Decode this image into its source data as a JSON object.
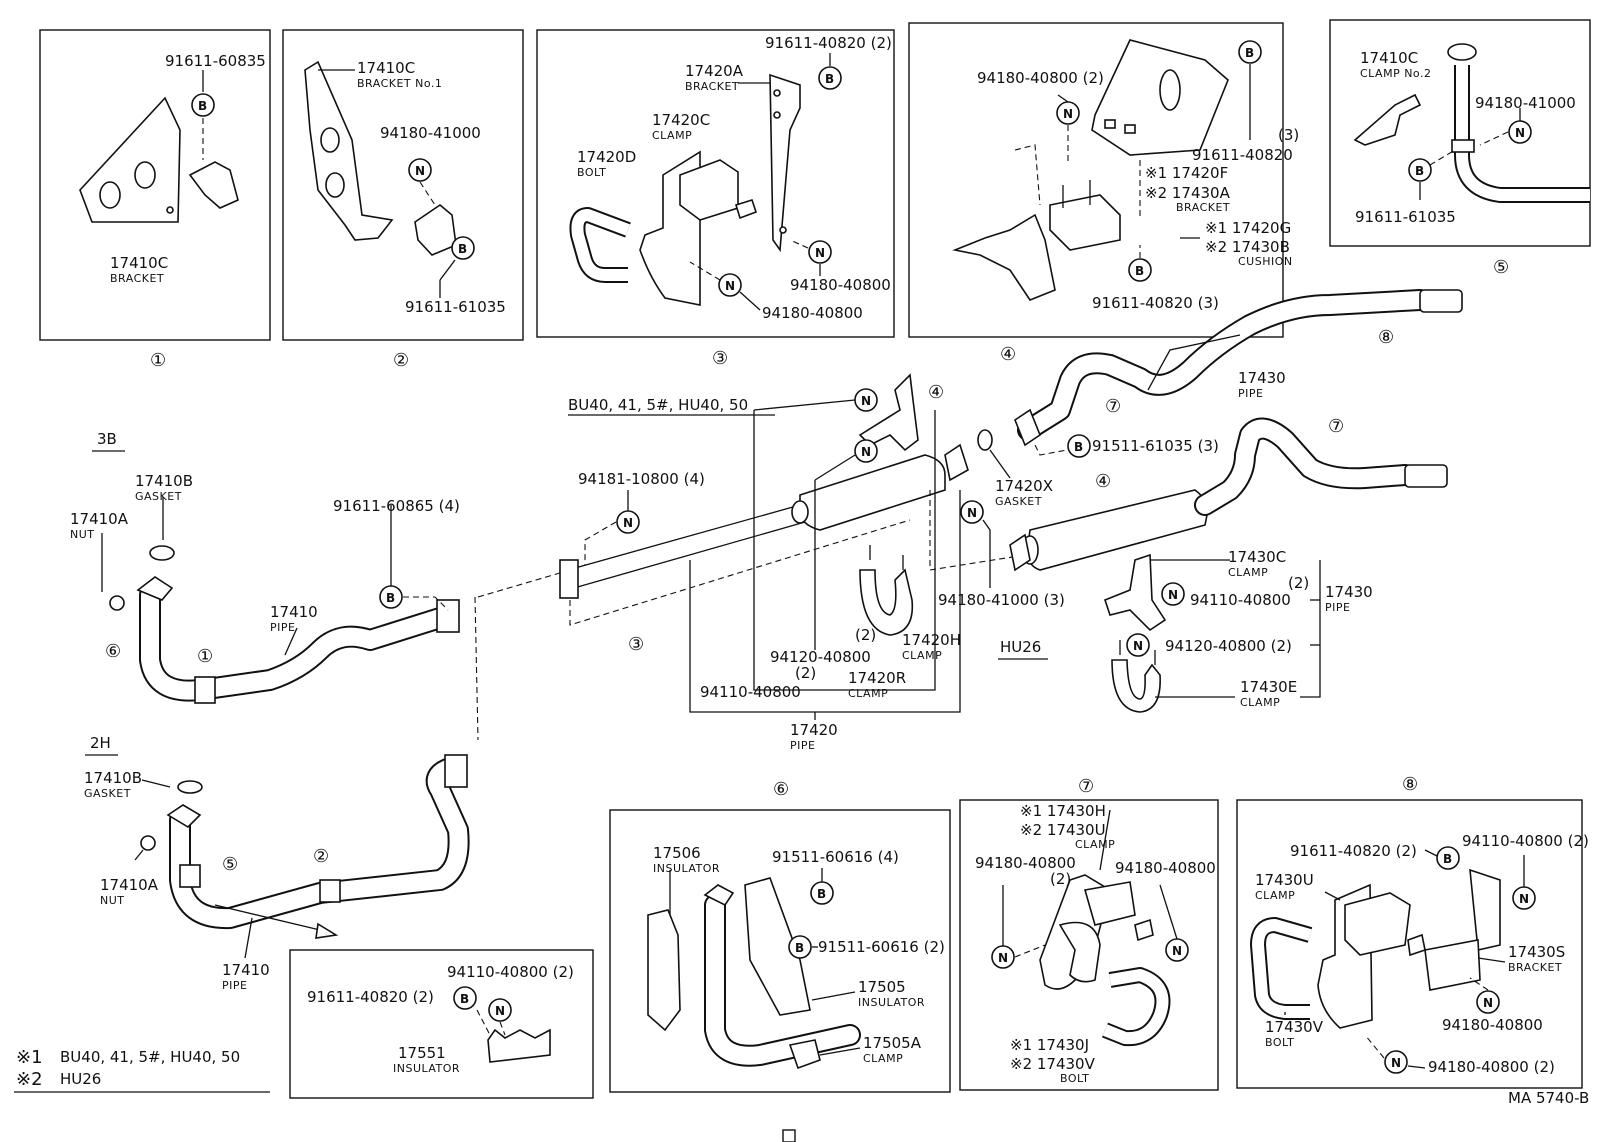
{
  "callouts": {
    "c1": "①",
    "c2": "②",
    "c3": "③",
    "c4": "④",
    "c5": "⑤",
    "c6": "⑥",
    "c7": "⑦",
    "c8": "⑧"
  },
  "markers": {
    "b": "B",
    "n": "N"
  },
  "p1": {
    "part": "91611-60835",
    "bracket": "17410C",
    "bracket_name": "BRACKET"
  },
  "p2": {
    "bracket": "17410C",
    "bracket_name": "BRACKET No.1",
    "nut": "94180-41000",
    "bolt": "91611-61035"
  },
  "p3": {
    "bolt1": "91611-40820 (2)",
    "bracket": "17420A",
    "bracket_name": "BRACKET",
    "clamp": "17420C",
    "clamp_name": "CLAMP",
    "ubolt": "17420D",
    "ubolt_name": "BOLT",
    "nut1": "94180-40800",
    "nut2": "94180-40800"
  },
  "p4": {
    "nut": "94180-40800 (2)",
    "bolt_top": "91611-40820",
    "bolt_top_qty": "(3)",
    "l1": "※1 17420F",
    "l2": "※2 17430A",
    "l2_name": "BRACKET",
    "l3": "※1 17420G",
    "l4": "※2 17430B",
    "l4_name": "CUSHION",
    "bolt_bot": "91611-40820 (3)"
  },
  "p5": {
    "clamp": "17410C",
    "clamp_name": "CLAMP No.2",
    "nut": "94180-41000",
    "bolt": "91611-61035"
  },
  "main": {
    "label_3b": "3B",
    "label_2h": "2H",
    "gasket_a": "17410B",
    "gasket_a_name": "GASKET",
    "nut_a": "17410A",
    "nut_a_name": "NUT",
    "bolt_a": "91611-60865 (4)",
    "pipe_a": "17410",
    "pipe_a_name": "PIPE",
    "gasket_b": "17410B",
    "gasket_b_name": "GASKET",
    "nut_b": "17410A",
    "nut_b_name": "NUT",
    "pipe_b": "17410",
    "pipe_b_name": "PIPE",
    "variant": "BU40, 41, 5#, HU40, 50",
    "nut_c": "94181-10800 (4)",
    "n1": "94120-40800",
    "n1q": "(2)",
    "n2": "94110-40800",
    "clamp_r": "17420R",
    "clamp_r_name": "CLAMP",
    "clamp_r_qty": "(2)",
    "clamp_h": "17420H",
    "clamp_h_name": "CLAMP",
    "pipe_c": "17420",
    "pipe_c_name": "PIPE",
    "gasket_x": "17420X",
    "gasket_x_name": "GASKET",
    "bolt_x": "91511-61035 (3)",
    "tail_pipe": "17430",
    "tail_pipe_name": "PIPE",
    "nut_x": "94180-41000 (3)",
    "hu26": "HU26",
    "clamp_c": "17430C",
    "clamp_c_name": "CLAMP",
    "n3": "94110-40800",
    "n3q": "(2)",
    "pipe_d": "17430",
    "pipe_d_name": "PIPE",
    "n4": "94120-40800 (2)",
    "clamp_e": "17430E",
    "clamp_e_name": "CLAMP"
  },
  "inset5": {
    "bolt": "91611-40820 (2)",
    "nut": "94110-40800 (2)",
    "ins": "17551",
    "ins_name": "INSULATOR"
  },
  "p6": {
    "ins1": "17506",
    "ins1_name": "INSULATOR",
    "bolt1": "91511-60616 (4)",
    "bolt2": "91511-60616 (2)",
    "ins2": "17505",
    "ins2_name": "INSULATOR",
    "clamp": "17505A",
    "clamp_name": "CLAMP"
  },
  "p7": {
    "l1": "※1  17430H",
    "l2": "※2  17430U",
    "l2_name": "CLAMP",
    "nut1": "94180-40800",
    "nut1q": "(2)",
    "nut2": "94180-40800",
    "l3": "※1 17430J",
    "l4": "※2 17430V",
    "l4_name": "BOLT"
  },
  "p8": {
    "bolt": "91611-40820 (2)",
    "nut1": "94110-40800 (2)",
    "clamp": "17430U",
    "clamp_name": "CLAMP",
    "bracket": "17430S",
    "bracket_name": "BRACKET",
    "ubolt": "17430V",
    "ubolt_name": "BOLT",
    "nut2": "94180-40800",
    "nut3": "94180-40800 (2)"
  },
  "legend": {
    "k1": "※1",
    "v1": "BU40, 41, 5#, HU40, 50",
    "k2": "※2",
    "v2": "HU26"
  },
  "code": "MA 5740-B"
}
